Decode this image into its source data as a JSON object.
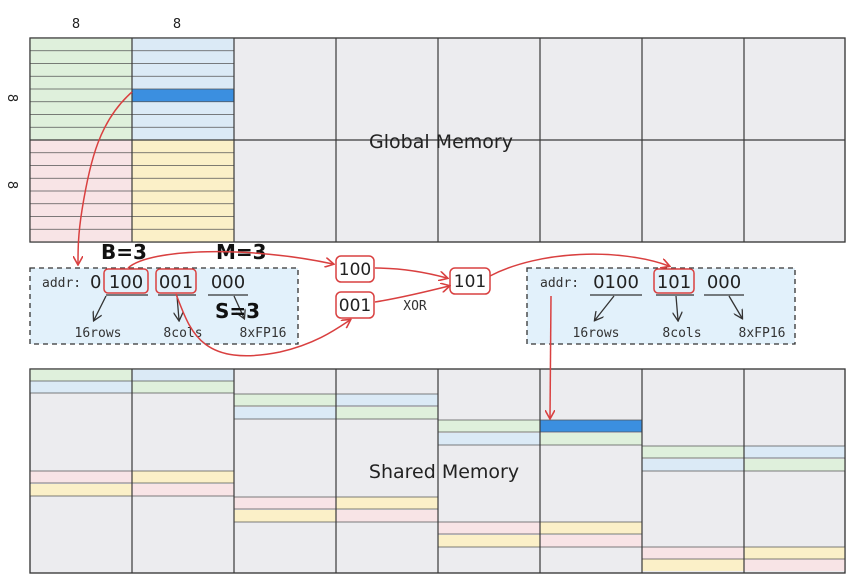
{
  "dims": {
    "top_col_1": "8",
    "top_col_2": "8",
    "side_row_1": "8",
    "side_row_2": "8"
  },
  "global_memory": {
    "label": "Global Memory"
  },
  "shared_memory": {
    "label": "Shared Memory"
  },
  "swizzle_params": {
    "b": "B=3",
    "m": "M=3",
    "s": "S=3"
  },
  "source_addr": {
    "prefix": "addr:",
    "lead_bit": "0",
    "row_bits": "100",
    "col_bits": "001",
    "elem_bits": "000",
    "row_desc": "16rows",
    "col_desc": "8cols",
    "elem_desc": "8xFP16"
  },
  "xor_op": {
    "input_a": "100",
    "input_b": "001",
    "label": "XOR",
    "result": "101"
  },
  "target_addr": {
    "prefix": "addr:",
    "lead_bits": "0100",
    "col_bits": "101",
    "elem_bits": "000",
    "row_desc": "16rows",
    "col_desc": "8cols",
    "elem_desc": "8xFP16"
  },
  "colors": {
    "grid_fill": "#ececef",
    "grid_line": "#3a3a3a",
    "green": "#dff0dc",
    "blue": "#dbeaf6",
    "pink": "#f8e4e6",
    "yellow": "#fbf0c8",
    "highlight": "#3b8fe0",
    "arrow": "#d94040",
    "box_fill": "#e2f1fb"
  }
}
